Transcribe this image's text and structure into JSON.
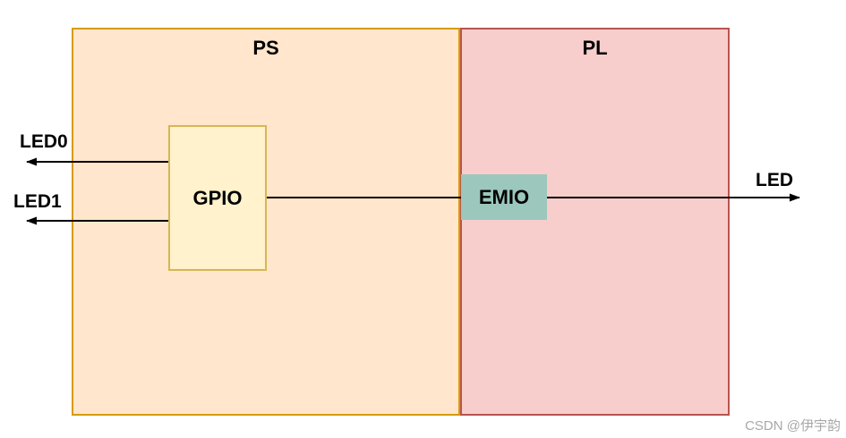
{
  "diagram": {
    "ps_label": "PS",
    "pl_label": "PL",
    "gpio_label": "GPIO",
    "emio_label": "EMIO",
    "led0_label": "LED0",
    "led1_label": "LED1",
    "led_label": "LED",
    "colors": {
      "ps_fill": "#FFE6CC",
      "ps_border": "#D79B00",
      "pl_fill": "#F8CECC",
      "pl_border": "#B85450",
      "gpio_fill": "#FFF2CC",
      "gpio_border": "#D6B656",
      "emio_fill": "#9CC7BC",
      "wire": "#000000",
      "label_color": "#000000"
    }
  },
  "watermark": {
    "text": "CSDN @伊宇韵",
    "color": "#A8A8A8"
  }
}
